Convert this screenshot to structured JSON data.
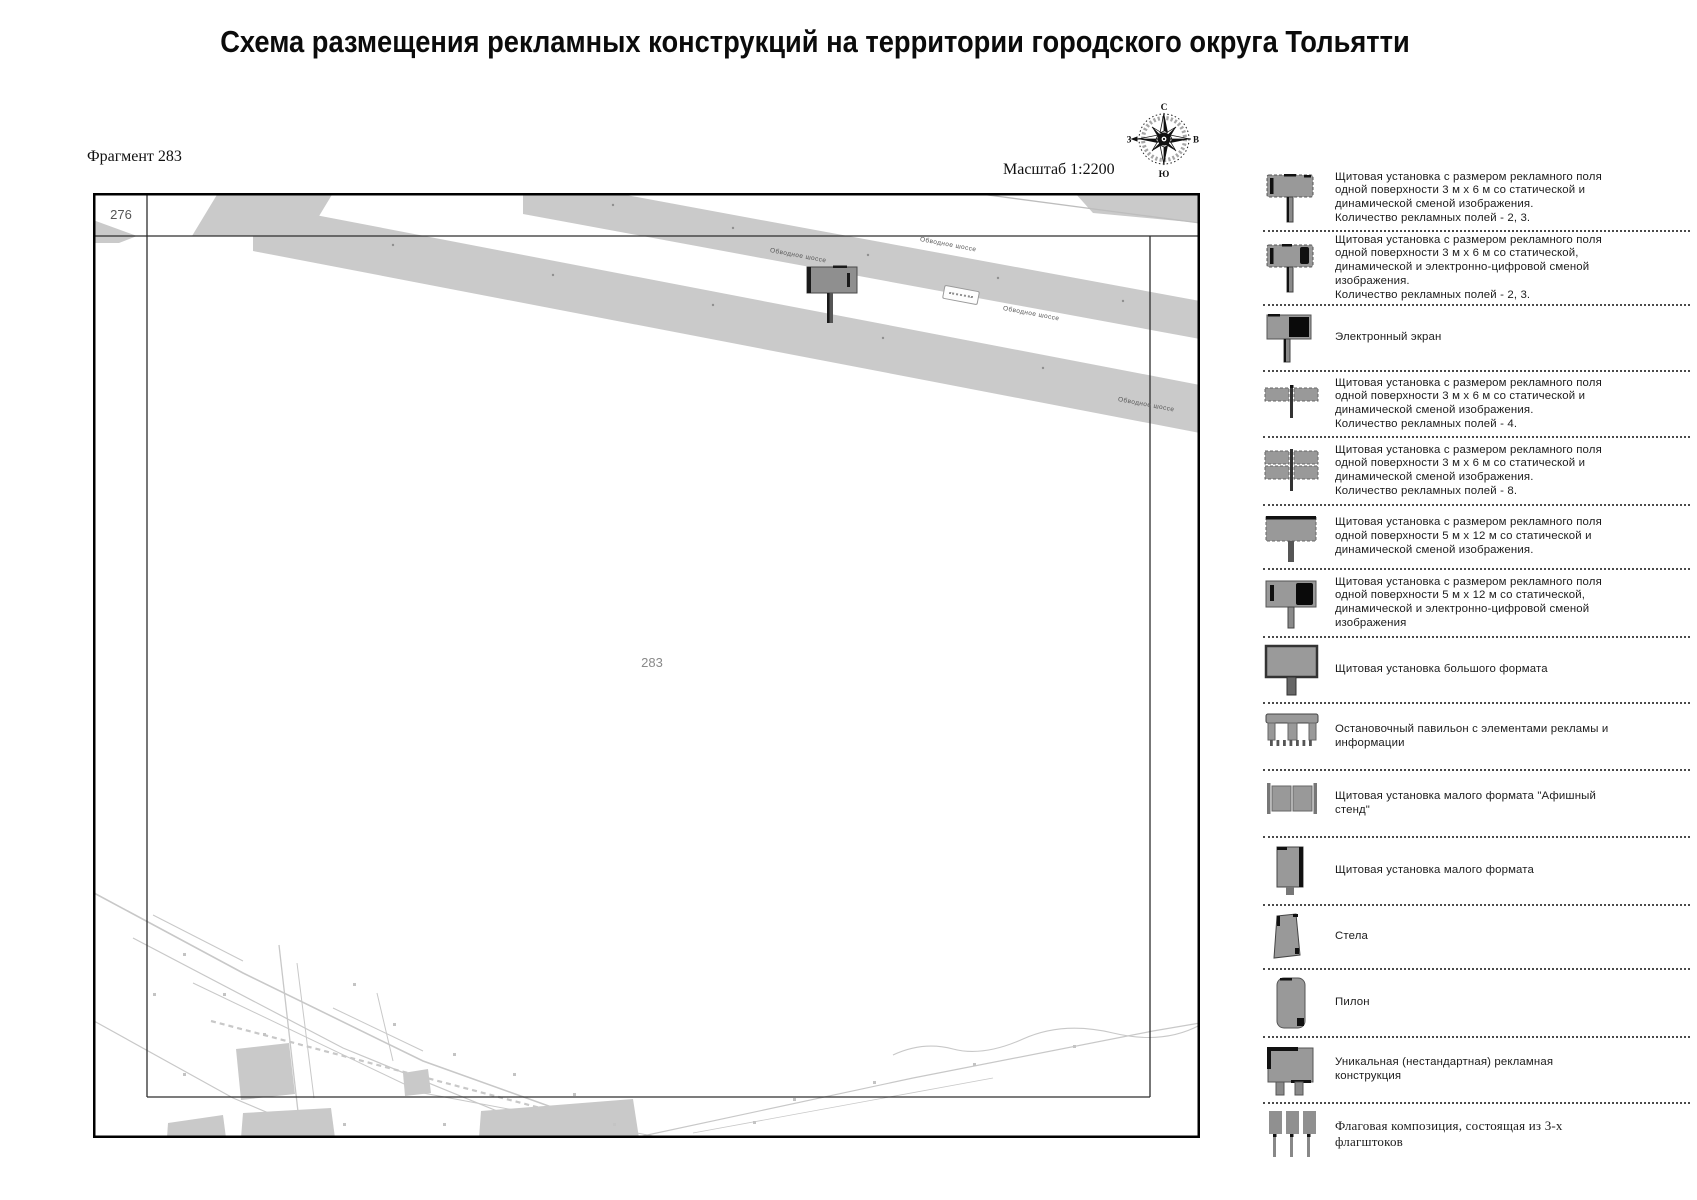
{
  "title": "Схема размещения рекламных конструкций на территории городского округа Тольятти",
  "map": {
    "fragment_label": "Фрагмент 283",
    "scale_label": "Масштаб 1:2200",
    "fragment_number": "283",
    "neighbor_fragment_number": "276",
    "road_name": "Обводное шоссе"
  },
  "compass": {
    "north": "С",
    "south": "Ю",
    "west": "З",
    "east": "В"
  },
  "colors": {
    "road_fill": "#cacaca",
    "terrain": "#c8c8c8",
    "icon_gray": "#999999",
    "icon_black": "#111111",
    "frame_black": "#000000",
    "inner_line": "#2e2e2e"
  },
  "legend": {
    "items": [
      {
        "icon": "billboard-3x6-static",
        "text": "Щитовая установка с размером рекламного поля\nодной поверхности 3 м х 6 м со статической и\nдинамической сменой изображения.\nКоличество рекламных полей - 2, 3."
      },
      {
        "icon": "billboard-3x6-digital",
        "text": "Щитовая установка с размером рекламного поля\nодной поверхности 3 м х 6 м со статической,\nдинамической и электронно-цифровой сменой\nизображения.\nКоличество рекламных полей - 2, 3."
      },
      {
        "icon": "electronic-screen",
        "text": "Электронный экран"
      },
      {
        "icon": "billboard-3x6-4-fields",
        "text": "Щитовая установка с размером рекламного поля\nодной поверхности 3 м х 6 м со статической и\nдинамической сменой изображения.\nКоличество рекламных полей - 4."
      },
      {
        "icon": "billboard-3x6-8-fields",
        "text": "Щитовая установка с размером рекламного поля\nодной поверхности 3 м х 6 м со статической и\nдинамической сменой изображения.\nКоличество рекламных полей - 8."
      },
      {
        "icon": "billboard-5x12-static",
        "text": "Щитовая установка с размером рекламного поля\nодной поверхности 5 м х 12 м со статической и\nдинамической сменой изображения."
      },
      {
        "icon": "billboard-5x12-digital",
        "text": "Щитовая установка с размером рекламного поля\nодной поверхности 5 м х 12 м со статической,\nдинамической и электронно-цифровой сменой\nизображения"
      },
      {
        "icon": "large-format-billboard",
        "text": "Щитовая установка большого формата"
      },
      {
        "icon": "bus-pavilion",
        "text": "Остановочный павильон с элементами рекламы и\nинформации"
      },
      {
        "icon": "afisha-stand",
        "text": "Щитовая установка малого формата \"Афишный\nстенд\""
      },
      {
        "icon": "small-format-billboard",
        "text": "Щитовая установка малого формата"
      },
      {
        "icon": "stela",
        "text": "Стела"
      },
      {
        "icon": "pylon",
        "text": "Пилон"
      },
      {
        "icon": "unique-construction",
        "text": "Уникальная (нестандартная) рекламная\nконструкция"
      },
      {
        "icon": "flag-composition",
        "text": "Флаговая композиция, состоящая из 3-х\nфлагштоков"
      }
    ]
  }
}
